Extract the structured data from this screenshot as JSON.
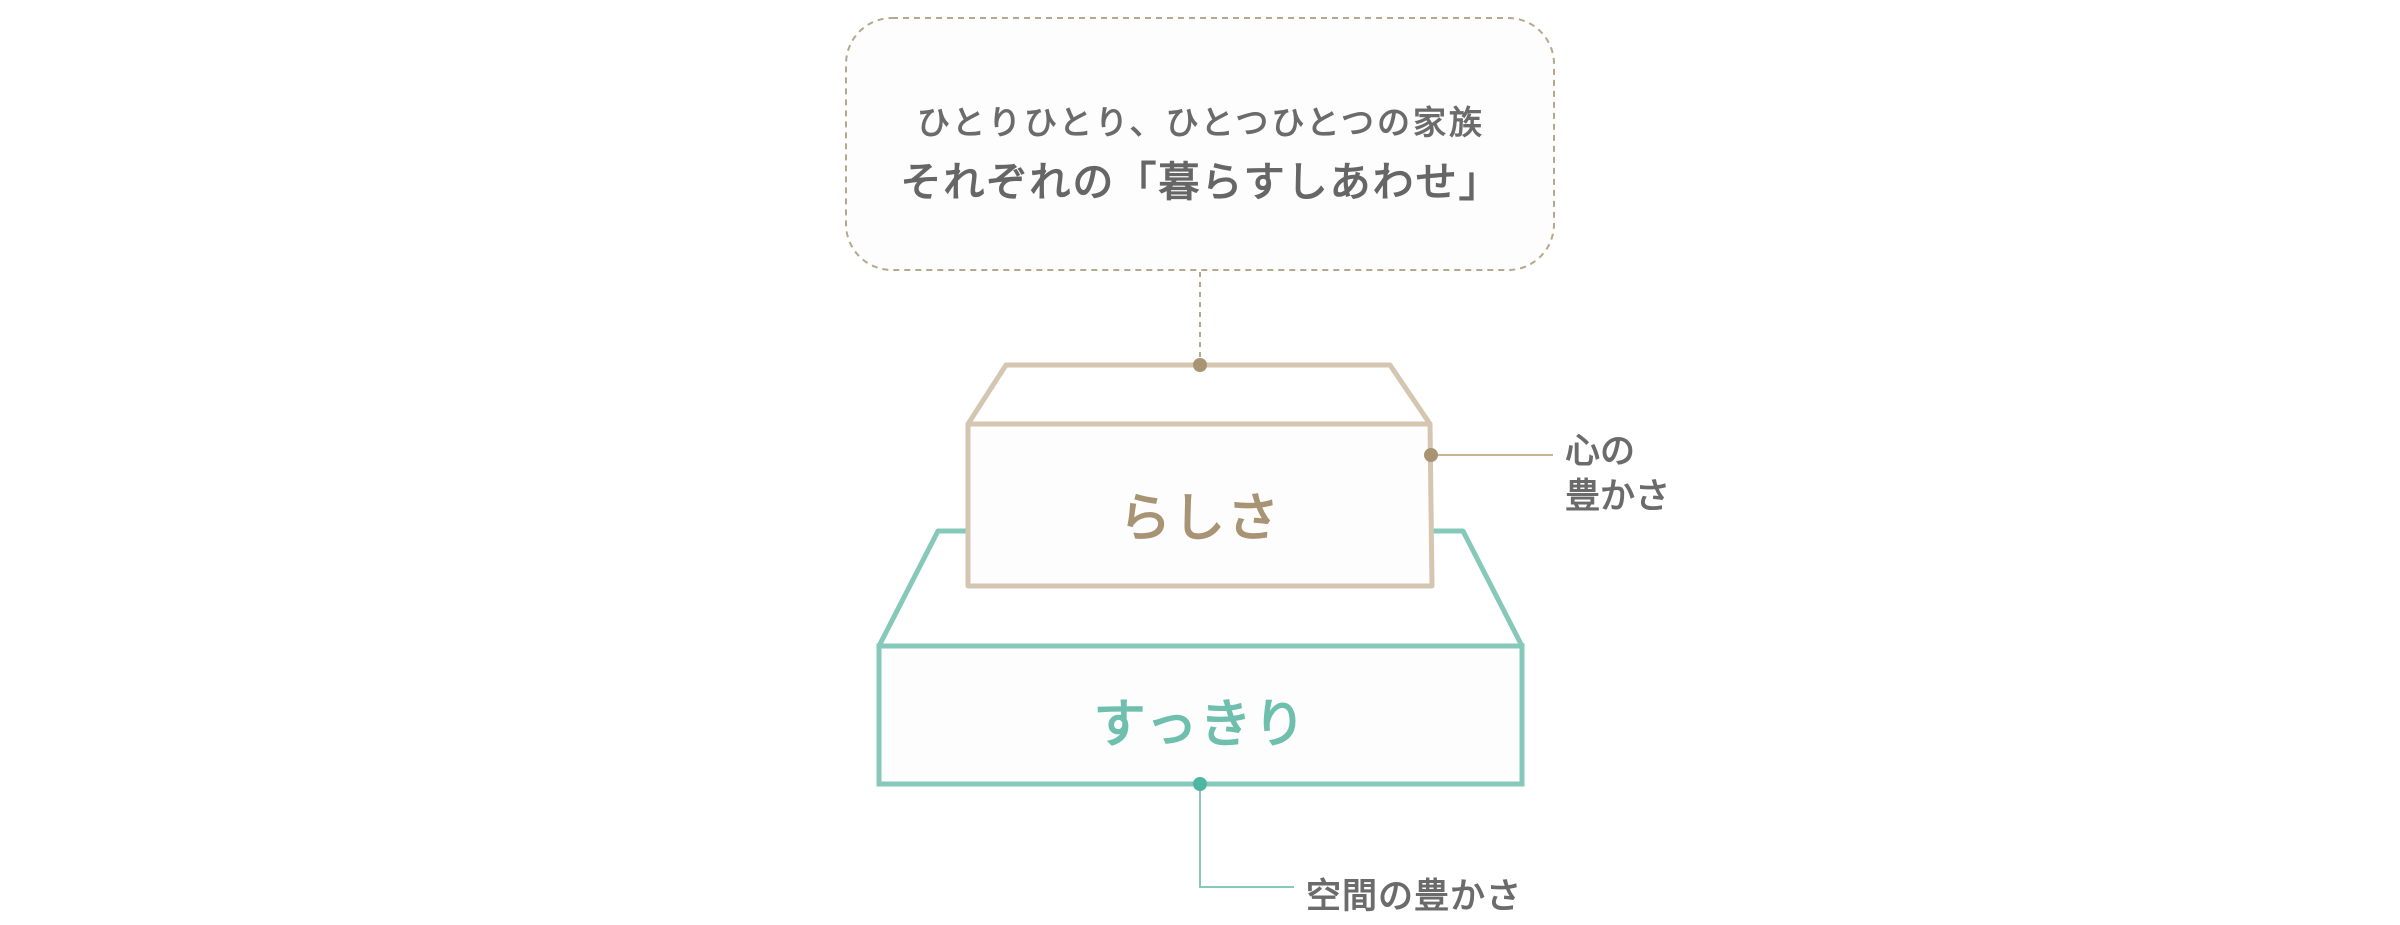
{
  "speech": {
    "line1": "ひとりひとり、ひとつひとつの家族",
    "line2": "それぞれの「暮らすしあわせ」"
  },
  "boxes": {
    "upper_label": "らしさ",
    "lower_label": "すっきり"
  },
  "callouts": {
    "side_line1": "心の",
    "side_line2": "豊かさ",
    "bottom": "空間の豊かさ"
  },
  "colors": {
    "upper_box": "#d4c6b0",
    "upper_text": "#a89475",
    "lower_box": "#86c9bb",
    "lower_text": "#6fbfae",
    "callout_dot_brown": "#a89470",
    "callout_dot_green": "#4fb79f",
    "text_gray": "#6b6b6b",
    "dashed_border": "#b5a88c"
  }
}
